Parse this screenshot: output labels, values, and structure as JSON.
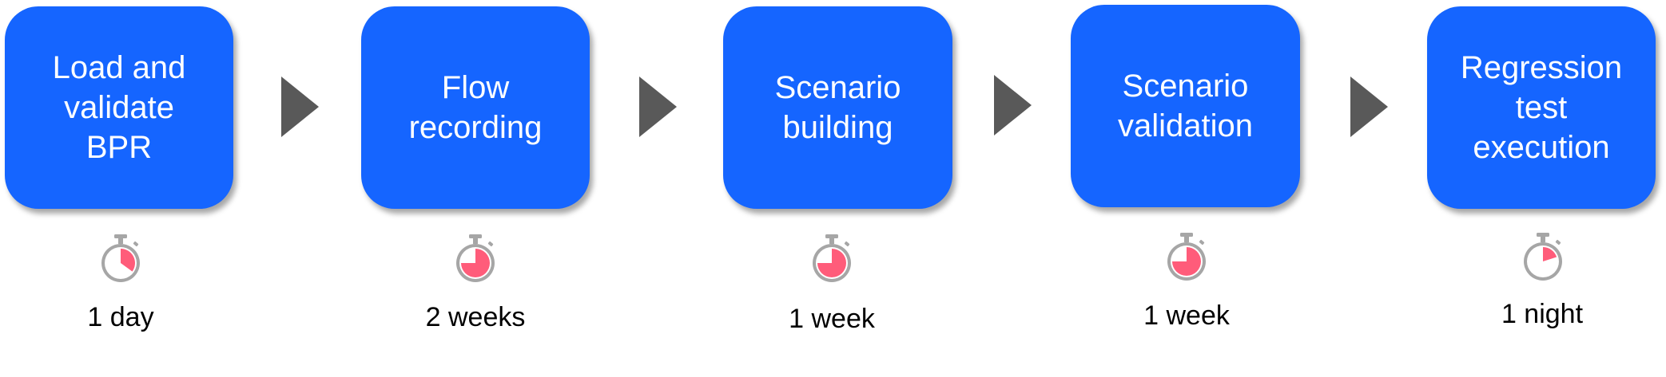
{
  "colors": {
    "box": "#1565FF",
    "box_text": "#FFFFFF",
    "arrow": "#595959",
    "timer_ring": "#A6A6A6",
    "timer_fill": "#FF5C7A",
    "duration_text": "#000000"
  },
  "steps": [
    {
      "label": "Load and\nvalidate\nBPR",
      "duration": "1 day",
      "timer_fraction": 0.35
    },
    {
      "label": "Flow\nrecording",
      "duration": "2 weeks",
      "timer_fraction": 0.75
    },
    {
      "label": "Scenario\nbuilding",
      "duration": "1 week",
      "timer_fraction": 0.75
    },
    {
      "label": "Scenario\nvalidation",
      "duration": "1 week",
      "timer_fraction": 0.75
    },
    {
      "label": "Regression\ntest\nexecution",
      "duration": "1 night",
      "timer_fraction": 0.2
    }
  ],
  "icons": {
    "connector": "triangle-arrow-right-icon",
    "timer": "stopwatch-icon"
  }
}
